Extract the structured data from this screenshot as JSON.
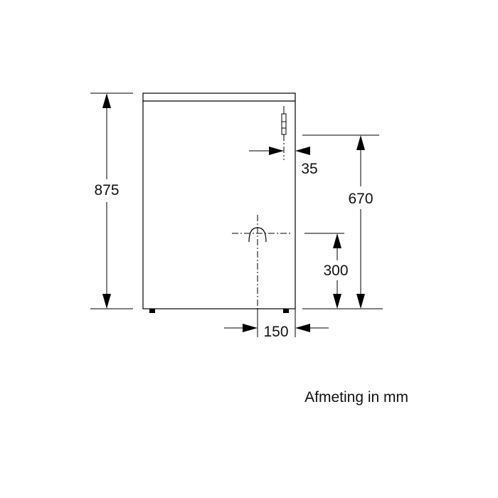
{
  "dimensions": {
    "height_total": "875",
    "connection_height": "670",
    "connection_offset": "35",
    "drain_height": "300",
    "drain_offset": "150"
  },
  "caption": "Afmeting in mm",
  "colors": {
    "line": "#000000",
    "background": "#ffffff"
  }
}
